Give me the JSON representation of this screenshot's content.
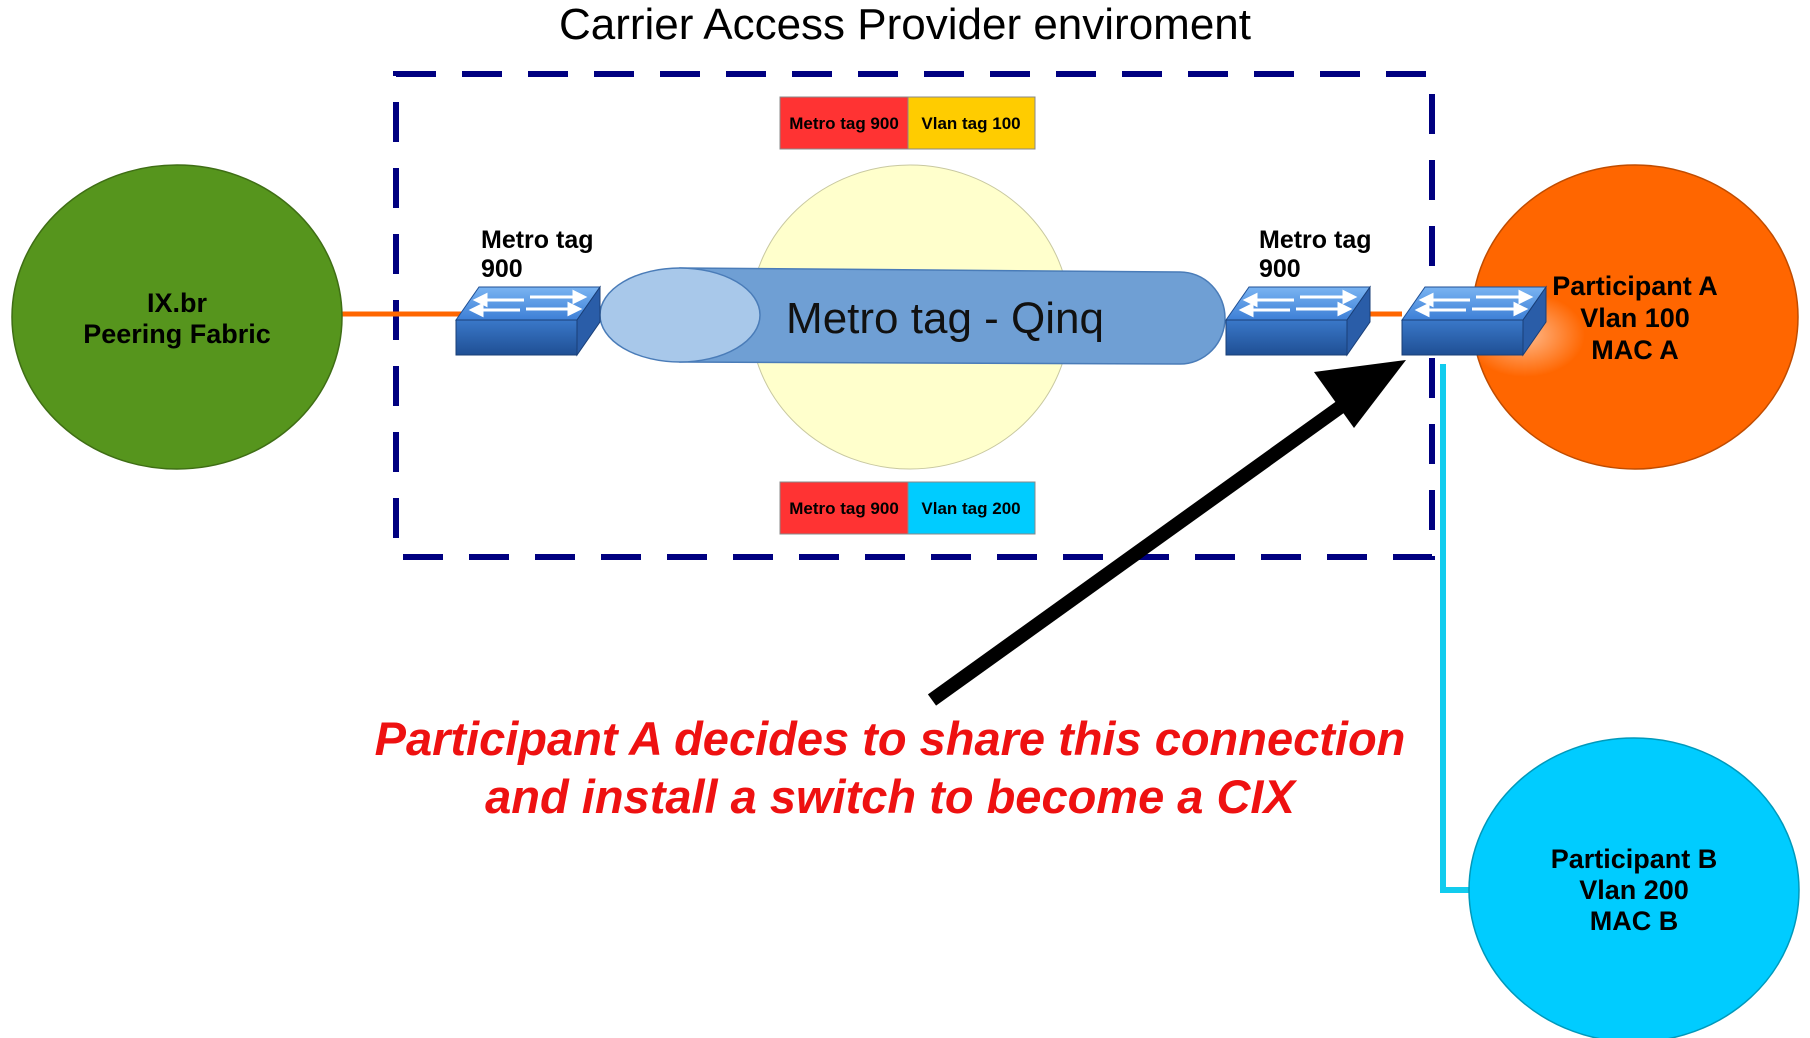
{
  "title": "Carrier Access Provider enviroment",
  "nodes": {
    "ixbr": {
      "line1": "IX.br",
      "line2": "Peering Fabric",
      "color": "#56951d"
    },
    "participant_a": {
      "line1": "Participant A",
      "line2": "Vlan 100",
      "line3": "MAC A",
      "color": "#ff6600"
    },
    "participant_b": {
      "line1": "Participant B",
      "line2": "Vlan 200",
      "line3": "MAC B",
      "color": "#00ccff"
    }
  },
  "switch_labels": {
    "left": {
      "line1": "Metro tag",
      "line2": "900"
    },
    "right": {
      "line1": "Metro tag",
      "line2": "900"
    }
  },
  "tunnel": {
    "label": "Metro tag - Qinq"
  },
  "tags": {
    "top": {
      "metro": "Metro tag 900",
      "vlan": "Vlan tag 100",
      "metro_color": "#ff3333",
      "vlan_color": "#ffcc00"
    },
    "bottom": {
      "metro": "Metro tag 900",
      "vlan": "Vlan tag 200",
      "metro_color": "#ff3333",
      "vlan_color": "#00ccff"
    }
  },
  "caption": {
    "line1": "Participant A decides to share this connection",
    "line2": "and install a switch to become a CIX"
  },
  "colors": {
    "boundary": "#000080",
    "link_orange": "#ff6600",
    "link_cyan": "#11ccee",
    "switch_blue": "#4a8ee0"
  }
}
